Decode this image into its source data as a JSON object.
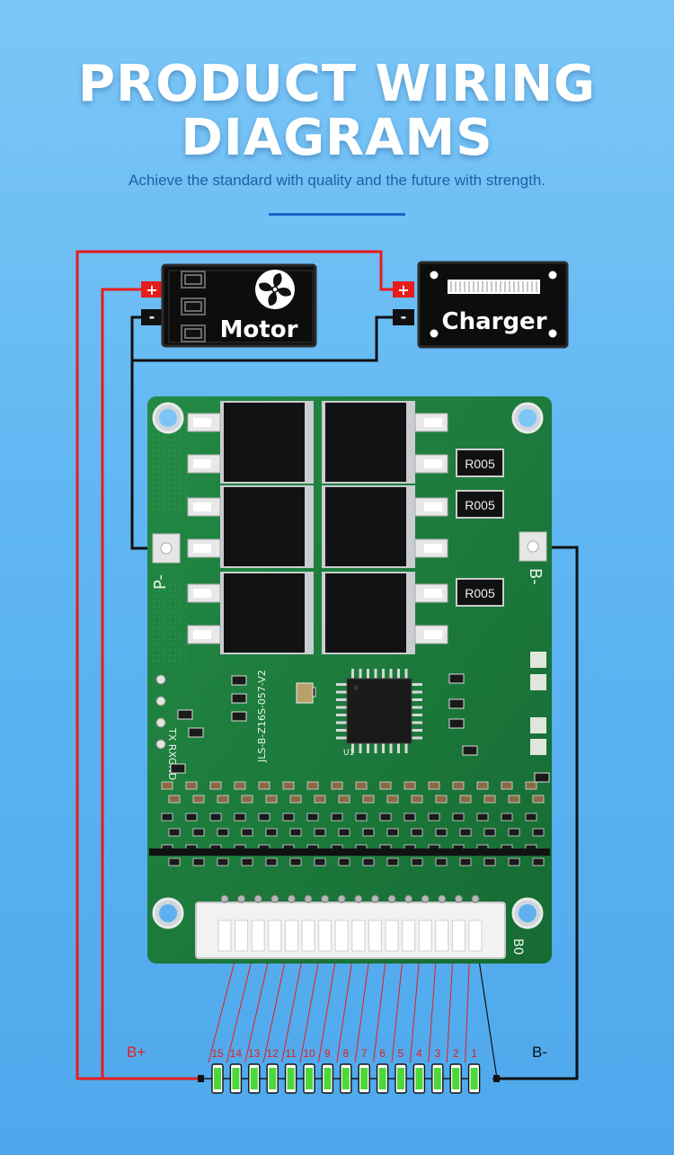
{
  "header": {
    "title_line1": "PRODUCT WIRING",
    "title_line2": "DIAGRAMS",
    "subtitle": "Achieve the standard with quality and the future with strength."
  },
  "motor": {
    "label": "Motor",
    "plus": "+",
    "minus": "-"
  },
  "charger": {
    "label": "Charger",
    "plus": "+",
    "minus": "-"
  },
  "board": {
    "p_minus": "P-",
    "b_minus": "B-",
    "b0": "B0",
    "model": "JLS-B-Z16S-057-V2",
    "gnd_label": "TX RXGND",
    "resistors": [
      "R005",
      "R005",
      "R005"
    ],
    "ic_label": "U1"
  },
  "battery": {
    "b_plus": "B+",
    "b_minus": "B-",
    "cells": [
      "15",
      "14",
      "13",
      "12",
      "11",
      "10",
      "9",
      "8",
      "7",
      "6",
      "5",
      "4",
      "3",
      "2",
      "1"
    ]
  },
  "colors": {
    "wire_positive": "#e81c1c",
    "wire_negative": "#111111",
    "pcb": "#1d7a3c",
    "cell": "#4cd83a"
  }
}
